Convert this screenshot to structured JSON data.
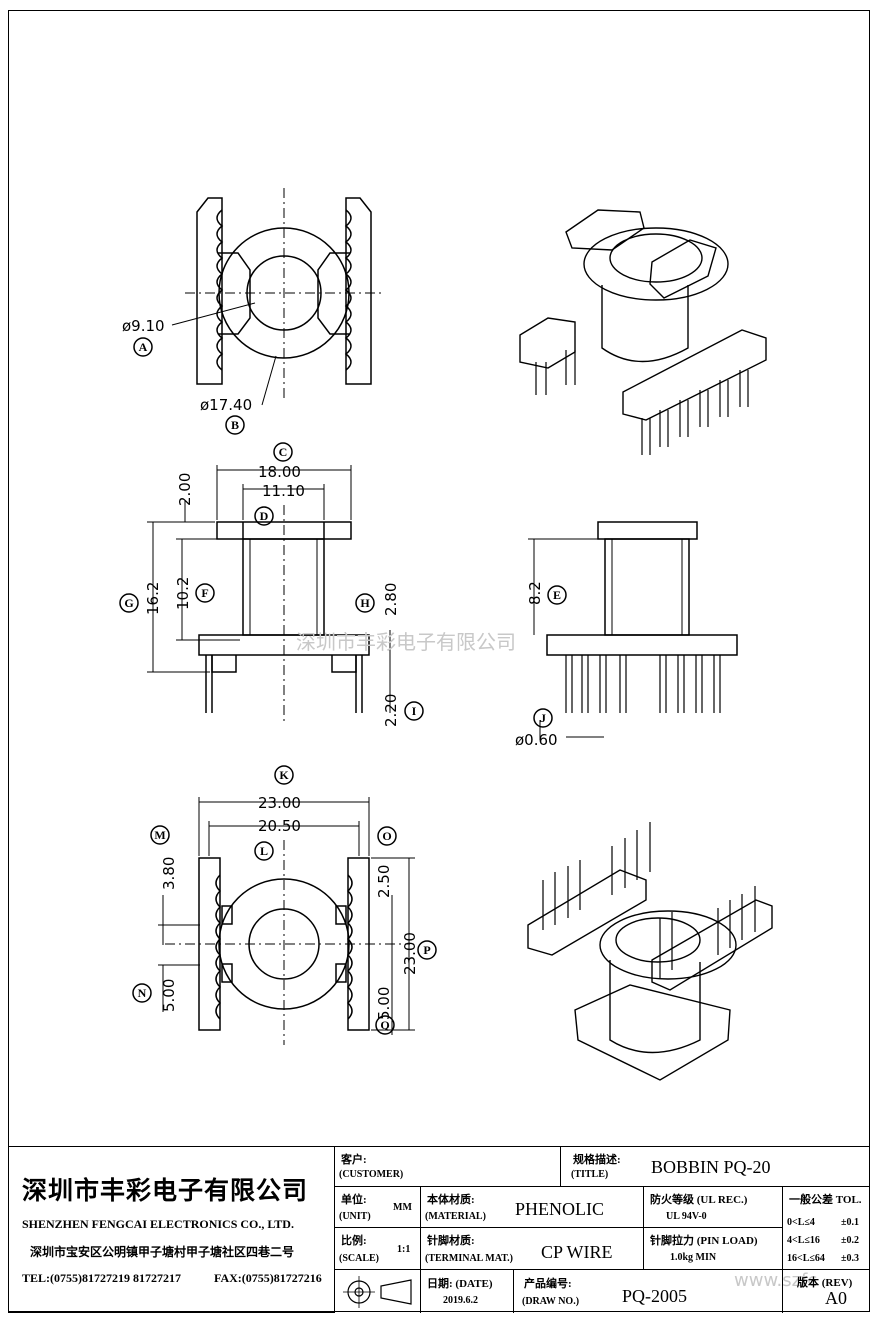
{
  "company": {
    "name_cn": "深圳市丰彩电子有限公司",
    "name_en": "SHENZHEN FENGCAI ELECTRONICS CO., LTD.",
    "address": "深圳市宝安区公明镇甲子塘村甲子塘社区四巷二号",
    "tel": "TEL:(0755)81727219  81727217",
    "fax": "FAX:(0755)81727216"
  },
  "title_block": {
    "customer_label": "客户:",
    "customer_label_en": "(CUSTOMER)",
    "title_label": "规格描述:",
    "title_label_en": "(TITLE)",
    "title_value": "BOBBIN PQ-20",
    "unit_label": "单位:",
    "unit_label_en": "(UNIT)",
    "unit_value": "MM",
    "material_label": "本体材质:",
    "material_label_en": "(MATERIAL)",
    "material_value": "PHENOLIC",
    "ul_label": "防火等级  (UL REC.)",
    "ul_value": "UL 94V-0",
    "tol_label": "一般公差 TOL.",
    "tol_rows": [
      {
        "range": "0<L≤4",
        "tol": "±0.1"
      },
      {
        "range": "4<L≤16",
        "tol": "±0.2"
      },
      {
        "range": "16<L≤64",
        "tol": "±0.3"
      }
    ],
    "scale_label": "比例:",
    "scale_label_en": "(SCALE)",
    "scale_value": "1:1",
    "terminal_label": "针脚材质:",
    "terminal_label_en": "(TERMINAL MAT.)",
    "terminal_value": "CP WIRE",
    "pinload_label": "针脚拉力  (PIN LOAD)",
    "pinload_value": "1.0kg MIN",
    "date_label": "日期: (DATE)",
    "date_value": "2019.6.2",
    "drawno_label": "产品编号:",
    "drawno_label_en": "(DRAW NO.)",
    "drawno_value": "PQ-2005",
    "rev_label": "版本 (REV)",
    "rev_value": "A0"
  },
  "watermark": "深圳市丰彩电子有限公司",
  "watermark2": "www.szfc",
  "dimensions": {
    "d1": "ø9.10",
    "d2": "ø17.40",
    "c": "18.00",
    "d": "11.10",
    "g": "16.2",
    "f": "10.2",
    "top": "2.00",
    "h": "2.80",
    "i": "2.20",
    "e": "8.2",
    "j": "ø0.60",
    "k": "23.00",
    "l": "20.50",
    "m": "3.80",
    "n": "5.00",
    "o": "2.50",
    "p": "23.00",
    "q": "5.00"
  },
  "balloons": [
    "A",
    "B",
    "C",
    "D",
    "E",
    "F",
    "G",
    "H",
    "I",
    "J",
    "K",
    "L",
    "M",
    "N",
    "O",
    "P",
    "Q"
  ]
}
